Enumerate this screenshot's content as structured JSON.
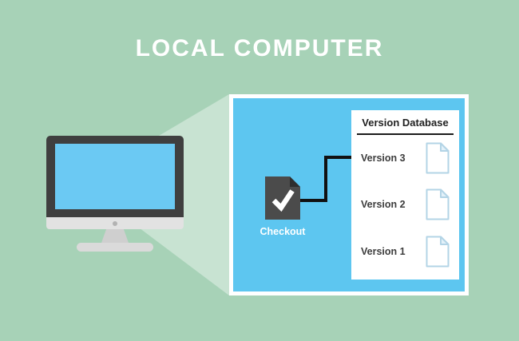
{
  "title": "LOCAL COMPUTER",
  "panel": {
    "checkout": {
      "label": "Checkout"
    },
    "database": {
      "title": "Version Database",
      "versions": [
        {
          "label": "Version 3"
        },
        {
          "label": "Version 2"
        },
        {
          "label": "Version 1"
        }
      ]
    }
  },
  "colors": {
    "background": "#a7d2b7",
    "beam": "#c8e3d2",
    "panel_blue": "#5dc6f0",
    "panel_border": "#ffffff",
    "screen_blue": "#6bc9f3",
    "monitor_bezel": "#3f3f3f",
    "monitor_silver": "#e2e2e2",
    "sidebar_bg": "#ffffff",
    "text_dark": "#222222",
    "text_light": "#ffffff",
    "checkout_doc": "#4b4b4b",
    "document_stroke": "#b3d4e6",
    "connector": "#111111"
  }
}
